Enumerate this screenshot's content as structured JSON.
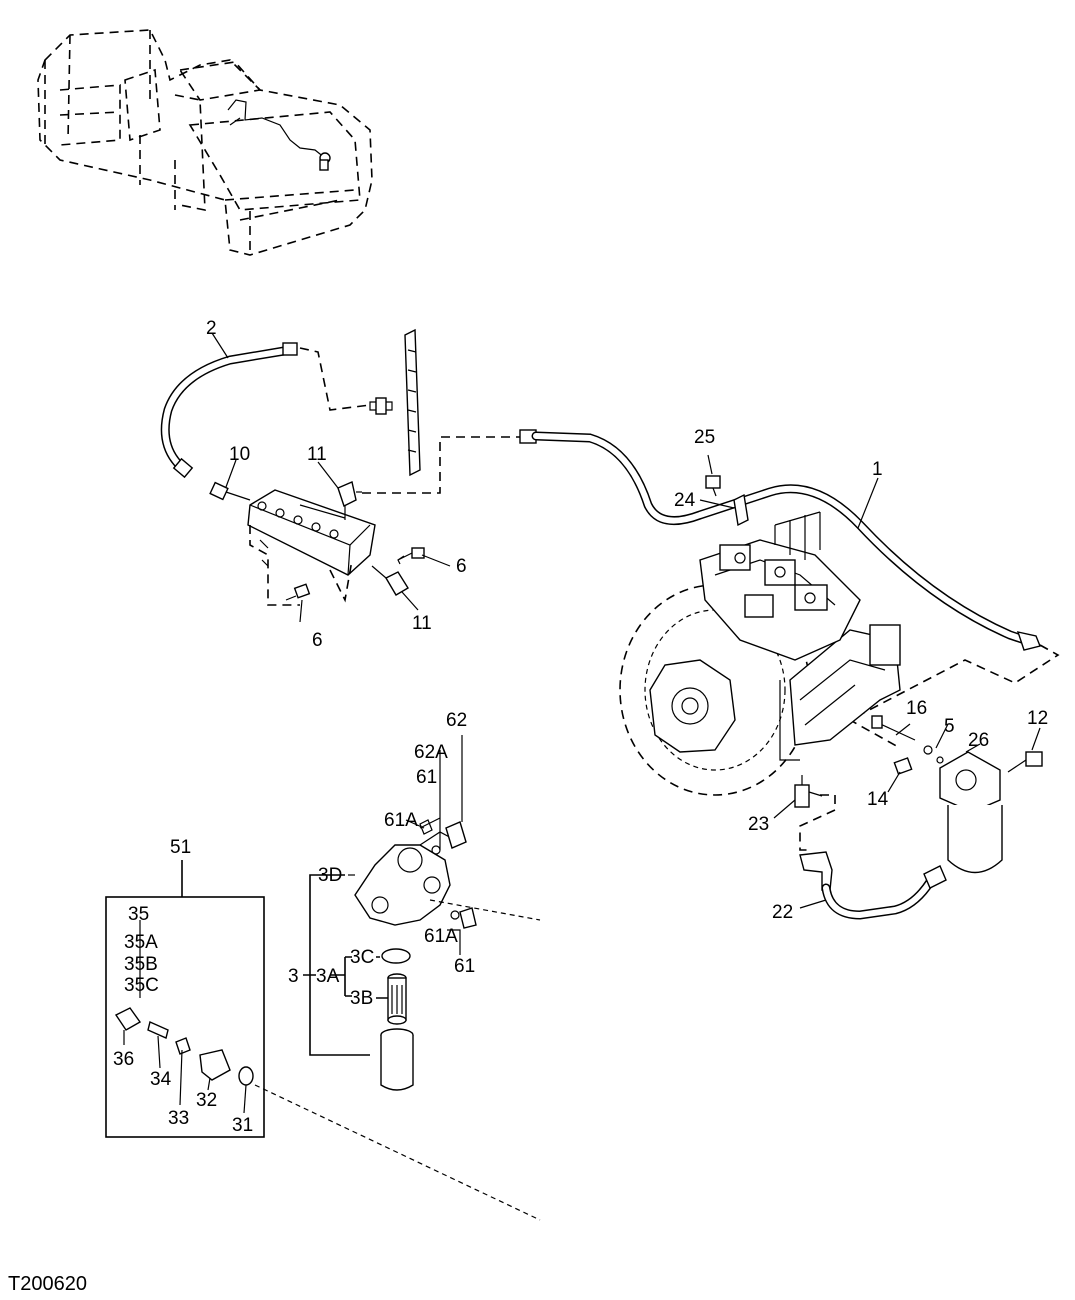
{
  "figure_id": "T200620",
  "callouts": {
    "c1": "1",
    "c2": "2",
    "c3": "3",
    "c3A": "3A",
    "c3B": "3B",
    "c3C": "3C",
    "c3D": "3D",
    "c5": "5",
    "c6a": "6",
    "c6b": "6",
    "c10": "10",
    "c11a": "11",
    "c11b": "11",
    "c12": "12",
    "c14": "14",
    "c16": "16",
    "c22": "22",
    "c23": "23",
    "c24": "24",
    "c25": "25",
    "c26": "26",
    "c31": "31",
    "c32": "32",
    "c33": "33",
    "c34": "34",
    "c35": "35",
    "c35A": "35A",
    "c35B": "35B",
    "c35C": "35C",
    "c36": "36",
    "c51": "51",
    "c61a": "61",
    "c61b": "61",
    "c61Aa": "61A",
    "c61Ab": "61A",
    "c62": "62",
    "c62A": "62A"
  },
  "icons": [
    "machine-outline-icon",
    "hose-icon",
    "manifold-block-icon",
    "hydraulic-pump-icon",
    "filter-assembly-icon",
    "check-valve-icon"
  ]
}
